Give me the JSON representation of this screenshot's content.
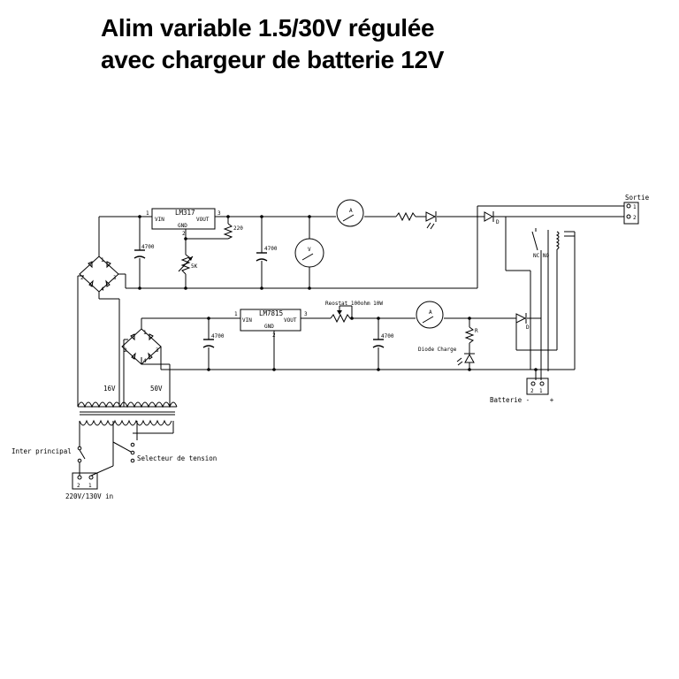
{
  "title": {
    "line1": "Alim variable 1.5/30V régulée",
    "line2": "avec chargeur de batterie 12V"
  },
  "components": {
    "lm317": {
      "name": "LM317",
      "vin": "VIN",
      "vout": "VOUT",
      "gnd": "GND",
      "pin1": "1",
      "pin2": "2",
      "pin3": "3"
    },
    "lm7815": {
      "name": "LM7815",
      "vin": "VIN",
      "vout": "VOUT",
      "gnd": "GND",
      "pin1": "1",
      "pin2": "2",
      "pin3": "3"
    },
    "r220": "220",
    "pot5k": "5K",
    "cap1": "4700",
    "cap2": "4700",
    "cap3": "4700",
    "cap4": "4700",
    "ammeter1": "A",
    "voltmeter": "V",
    "ammeter2": "A",
    "rheostat": "Reostat 100ohm 10W",
    "resistor_r": "R",
    "diode_charge": "Diode Charge",
    "diode1": "D",
    "diode2": "D",
    "relay": "NC NO",
    "sortie": {
      "label": "Sortie",
      "pin1": "1",
      "pin2": "2"
    },
    "batterie": {
      "label": "Batterie -     +",
      "pin2": "2",
      "pin1": "1"
    },
    "tap16": "16V",
    "tap50": "50V",
    "inter": "Inter principal",
    "selecteur": "Selecteur de tension",
    "mains": {
      "label": "220V/130V in",
      "pin2": "2",
      "pin1": "1"
    },
    "bridge1": {
      "p1": "1",
      "p2": "2",
      "p3": "3",
      "p4": "4"
    },
    "bridge2": {
      "p1": "1",
      "p2": "2",
      "p3": "3",
      "p4": "4"
    }
  }
}
